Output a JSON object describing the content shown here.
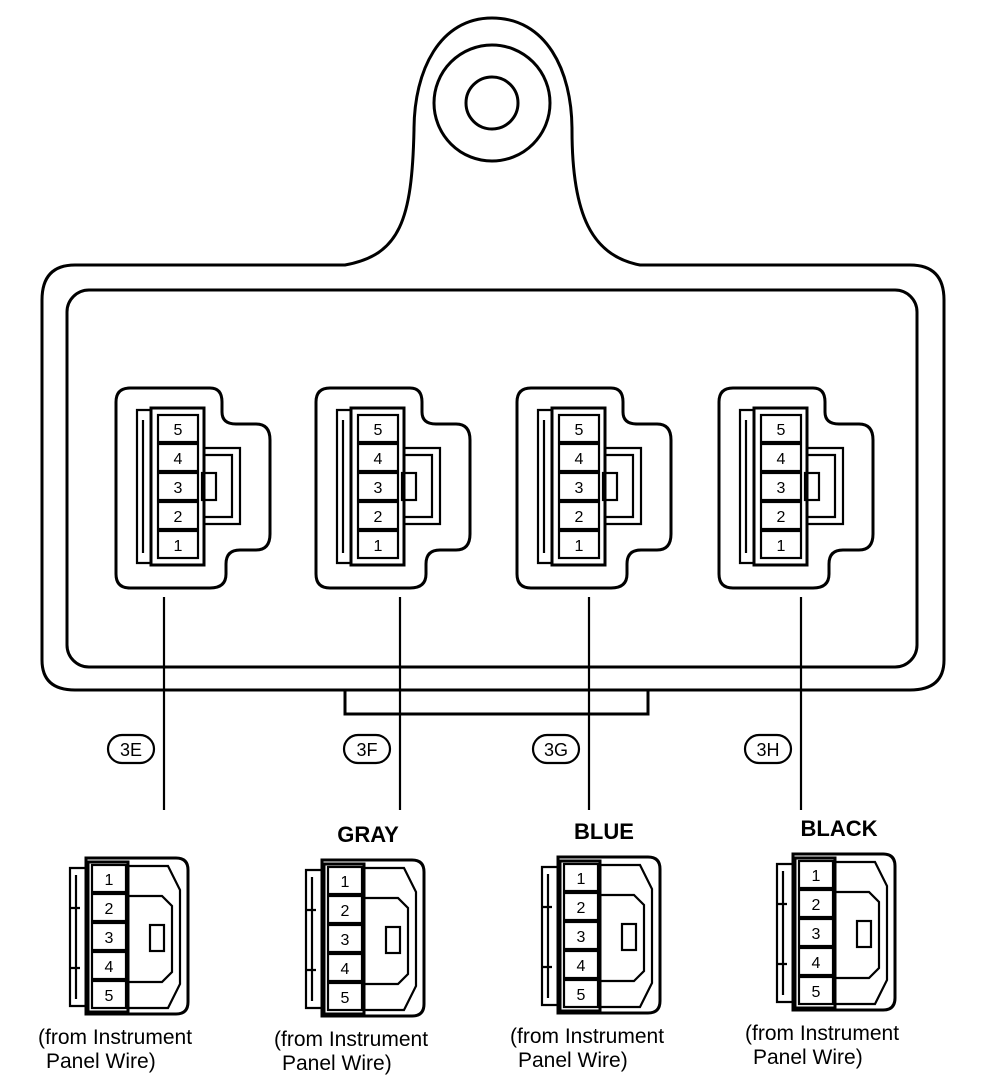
{
  "junction_block": {
    "connectors": [
      {
        "code": "3E",
        "pins": [
          "5",
          "4",
          "3",
          "2",
          "1"
        ]
      },
      {
        "code": "3F",
        "pins": [
          "5",
          "4",
          "3",
          "2",
          "1"
        ]
      },
      {
        "code": "3G",
        "pins": [
          "5",
          "4",
          "3",
          "2",
          "1"
        ]
      },
      {
        "code": "3H",
        "pins": [
          "5",
          "4",
          "3",
          "2",
          "1"
        ]
      }
    ]
  },
  "mating_connectors": [
    {
      "color": "",
      "pins": [
        "1",
        "2",
        "3",
        "4",
        "5"
      ],
      "caption_line1": "(from Instrument",
      "caption_line2": "Panel Wire)"
    },
    {
      "color": "GRAY",
      "pins": [
        "1",
        "2",
        "3",
        "4",
        "5"
      ],
      "caption_line1": "(from Instrument",
      "caption_line2": "Panel Wire)"
    },
    {
      "color": "BLUE",
      "pins": [
        "1",
        "2",
        "3",
        "4",
        "5"
      ],
      "caption_line1": "(from Instrument",
      "caption_line2": "Panel Wire)"
    },
    {
      "color": "BLACK",
      "pins": [
        "1",
        "2",
        "3",
        "4",
        "5"
      ],
      "caption_line1": "(from Instrument",
      "caption_line2": "Panel Wire)"
    }
  ]
}
